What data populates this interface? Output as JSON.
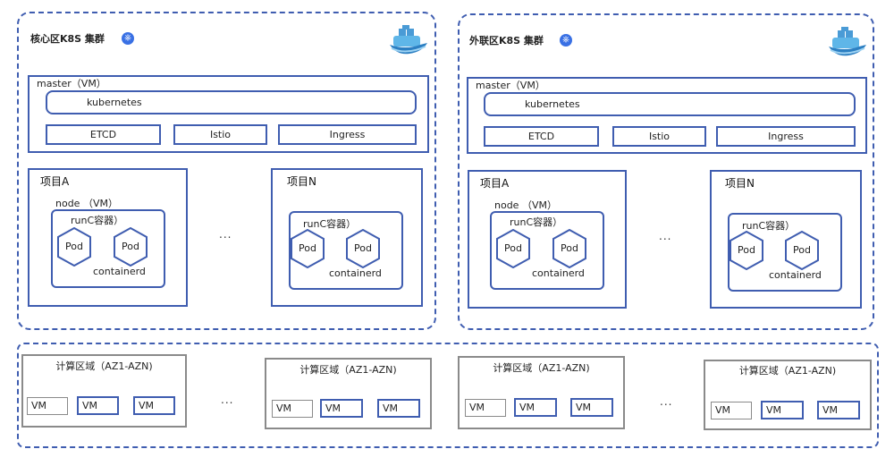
{
  "clusters": [
    {
      "title": "核心区K8S 集群",
      "k8s_icon": "helm-icon",
      "master_label": "master（VM）",
      "kubernetes": "kubernetes",
      "components": [
        "ETCD",
        "Istio",
        "Ingress"
      ],
      "projects": [
        {
          "title": "项目A",
          "node_label": "node （VM）",
          "runtime": "runC容器）",
          "pods": [
            "Pod",
            "Pod"
          ],
          "containerd": "containerd"
        },
        {
          "title": "项目N",
          "runtime": "runC容器）",
          "pods": [
            "Pod",
            "Pod"
          ],
          "containerd": "containerd"
        }
      ],
      "ellipsis": "..."
    },
    {
      "title": "外联区K8S 集群",
      "k8s_icon": "helm-icon",
      "master_label": "master（VM）",
      "kubernetes": "kubernetes",
      "components": [
        "ETCD",
        "Istio",
        "Ingress"
      ],
      "projects": [
        {
          "title": "项目A",
          "node_label": "node （VM）",
          "runtime": "runC容器）",
          "pods": [
            "Pod",
            "Pod"
          ],
          "containerd": "containerd"
        },
        {
          "title": "项目N",
          "runtime": "runC容器）",
          "pods": [
            "Pod",
            "Pod"
          ],
          "containerd": "containerd"
        }
      ],
      "ellipsis": "..."
    }
  ],
  "zones": [
    {
      "title": "计算区域（AZ1-AZN)",
      "vms": [
        "VM",
        "VM",
        "VM"
      ]
    },
    {
      "title": "计算区域（AZ1-AZN)",
      "vms": [
        "VM",
        "VM",
        "VM"
      ]
    },
    {
      "title": "计算区域（AZ1-AZN)",
      "vms": [
        "VM",
        "VM",
        "VM"
      ]
    },
    {
      "title": "计算区域（AZ1-AZN)",
      "vms": [
        "VM",
        "VM",
        "VM"
      ]
    }
  ],
  "zone_ellipsis": [
    "...",
    "..."
  ],
  "colors": {
    "accent": "#3f5db0",
    "zone_border": "#8a8a8a",
    "k8s_logo": "#3970e4"
  }
}
